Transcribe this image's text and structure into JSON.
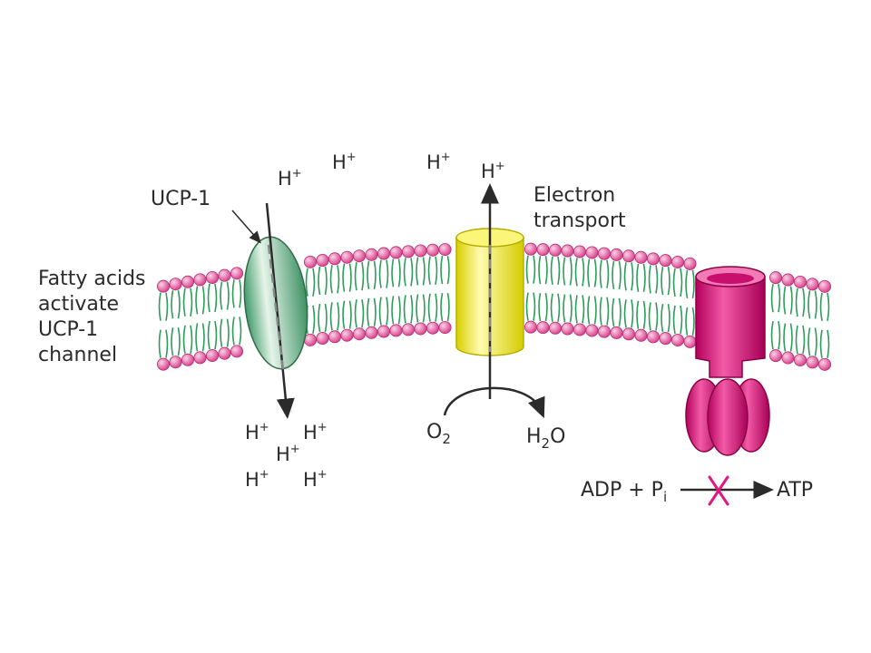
{
  "labels": {
    "ucp1": "UCP-1",
    "fatty_acids": [
      "Fatty acids",
      "activate",
      "UCP-1",
      "channel"
    ],
    "electron_transport": [
      "Electron",
      "transport"
    ],
    "h": "H",
    "plus": "+",
    "o": "O",
    "two": "2",
    "h2o_h": "H",
    "h2o_o": "O",
    "adp_pi": "ADP + P",
    "i": "i",
    "atp": "ATP"
  },
  "colors": {
    "head": "#e8559c",
    "tail": "#2e9c5a",
    "ucp1": "#7fc096",
    "et": "#f4ee1e",
    "atpase": "#e0187f",
    "arrow": "#2b2b2b",
    "block": "#e0187f"
  }
}
